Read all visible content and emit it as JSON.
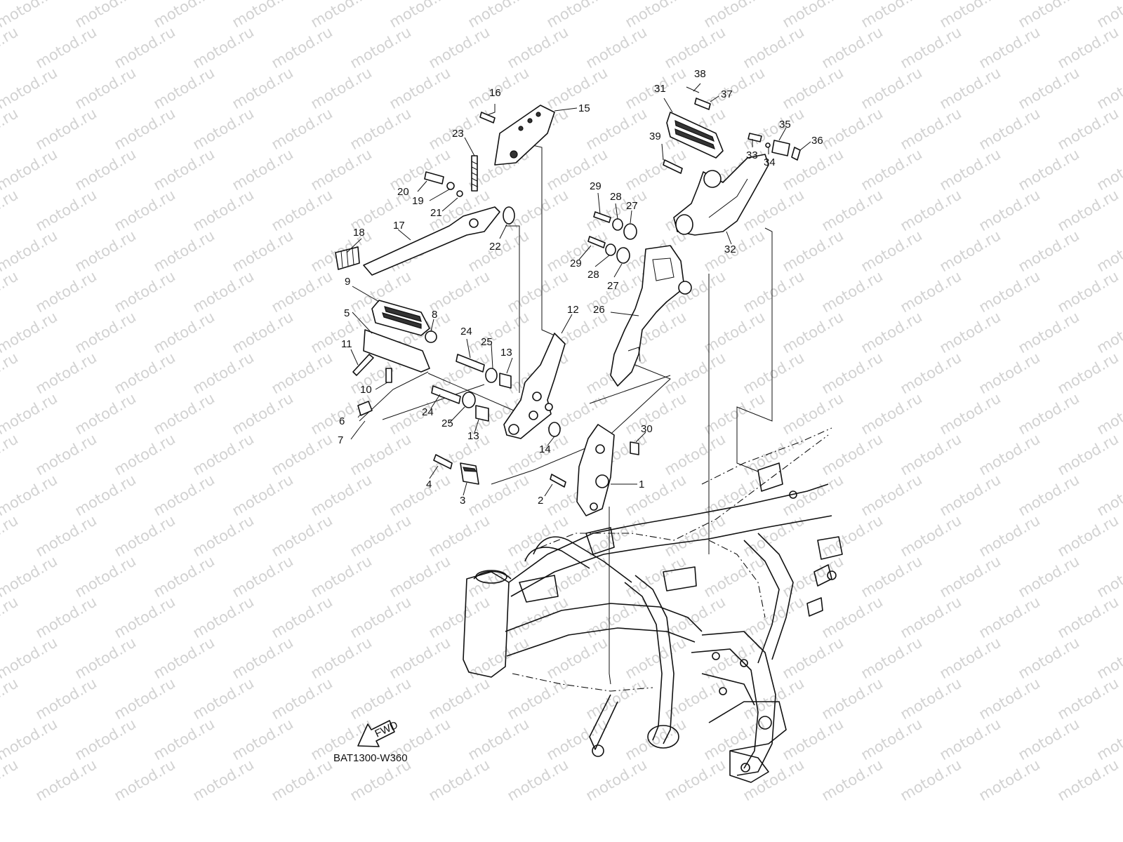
{
  "watermark": "motod.ru",
  "diagram_code": "BAT1300-W360",
  "fwd_label": "FWD",
  "callouts": [
    "1",
    "2",
    "3",
    "4",
    "5",
    "6",
    "7",
    "8",
    "9",
    "10",
    "11",
    "12",
    "13",
    "13",
    "14",
    "15",
    "16",
    "17",
    "18",
    "19",
    "20",
    "21",
    "22",
    "23",
    "24",
    "24",
    "25",
    "25",
    "26",
    "27",
    "27",
    "28",
    "28",
    "29",
    "29",
    "30",
    "31",
    "32",
    "33",
    "34",
    "35",
    "36",
    "37",
    "38",
    "39"
  ]
}
